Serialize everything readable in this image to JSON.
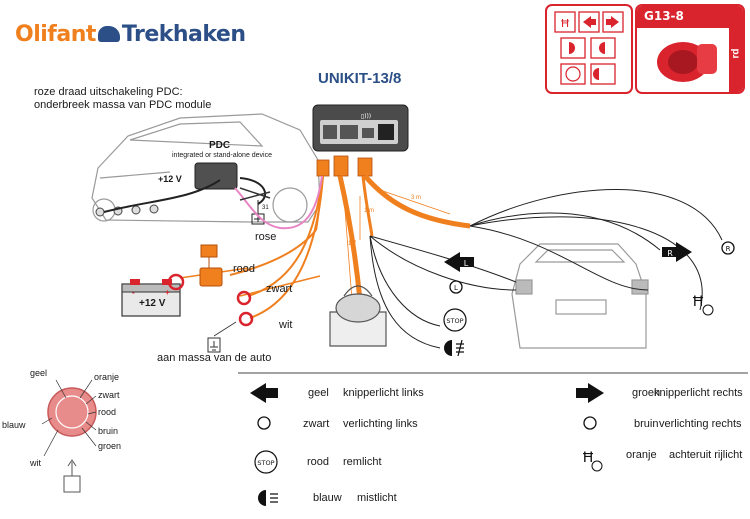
{
  "brand": {
    "part1": "Olifant",
    "part2": "Trekhaken"
  },
  "title": "UNIKIT-13/8",
  "note": {
    "line1": "roze  draad uitschakeling PDC:",
    "line2": "onderbreek massa van PDC module"
  },
  "pdc": {
    "label": "PDC",
    "sublabel": "integrated or stand-alone device",
    "voltage": "+12 V",
    "pin": "31"
  },
  "wire_labels": {
    "rose": "rose",
    "rood": "rood",
    "zwart": "zwart",
    "wit": "wit",
    "massa": "aan massa van de auto"
  },
  "battery": {
    "voltage": "+12 V",
    "minus": "-",
    "plus": "+"
  },
  "cable_lengths": {
    "a": "3 m",
    "b": "1 m",
    "c": "1.7"
  },
  "badge": {
    "code": "G13-8",
    "tag": "rd"
  },
  "pins": [
    "geel",
    "oranje",
    "zwart",
    "blauw",
    "rood",
    "bruin",
    "wit",
    "groen"
  ],
  "legend": [
    {
      "name": "geel",
      "desc": "knipperlicht links",
      "icon": "left-arrow-icon"
    },
    {
      "name": "zwart",
      "desc": "verlichting links",
      "icon": "light-bulb-icon"
    },
    {
      "name": "rood",
      "desc": "remlicht",
      "icon": "stop-icon"
    },
    {
      "name": "blauw",
      "desc": "mistlicht",
      "icon": "fog-light-icon"
    },
    {
      "name": "groen",
      "desc": "knipperlicht rechts",
      "icon": "right-arrow-icon"
    },
    {
      "name": "bruin",
      "desc": "verlichting rechts",
      "icon": "light-bulb-icon"
    },
    {
      "name": "oranje",
      "desc": "achteruit rijlicht",
      "icon": "reverse-light-icon"
    }
  ],
  "icons": {
    "stop": "STOP",
    "left_letter": "L",
    "right_letter": "R"
  },
  "colors": {
    "orange": "#f07f1e",
    "navy": "#2b4f86",
    "red": "#d9232d",
    "pink": "#e884c4"
  }
}
